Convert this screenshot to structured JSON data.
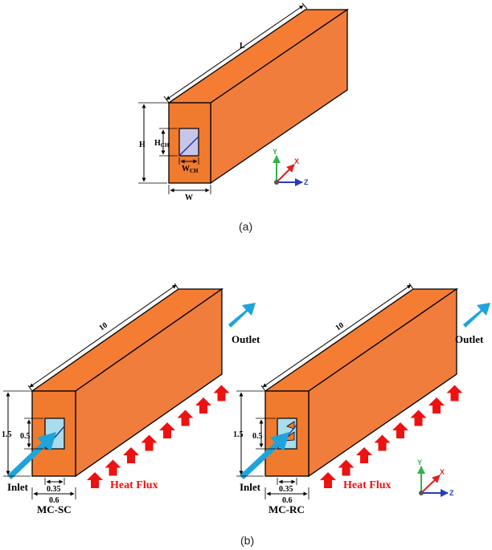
{
  "colors": {
    "block_front": "#F07A2E",
    "block_top": "#F47D33",
    "block_side": "#F07D3C",
    "channel_a": "#C8C5EA",
    "channel_b": "#A9DCEC",
    "arrow_flow": "#1FA3DC",
    "arrow_heat": "#EE1111",
    "axis_y": "#2FB34A",
    "axis_x": "#E02020",
    "axis_z": "#2A3AB8"
  },
  "panel_a": {
    "caption": "(a)",
    "dim_L": "L",
    "dim_H": "H",
    "dim_HCH": "H",
    "dim_HCH_sub": "CH",
    "dim_WCH": "W",
    "dim_WCH_sub": "CH",
    "dim_W": "W"
  },
  "panel_b": {
    "caption": "(b)",
    "left": {
      "dim_length": "10",
      "dim_height": "1.5",
      "dim_channel_h": "0.5",
      "dim_channel_w": "0.35",
      "dim_width": "0.6",
      "inlet": "Inlet",
      "outlet": "Outlet",
      "heat_flux": "Heat Flux",
      "name": "MC-SC",
      "heat_arrows": 8
    },
    "right": {
      "dim_length": "10",
      "dim_height": "1.5",
      "dim_channel_h": "0.5",
      "dim_channel_w": "0.35",
      "dim_width": "0.6",
      "inlet": "Inlet",
      "outlet": "Outlet",
      "heat_flux": "Heat Flux",
      "name": "MC-RC",
      "heat_arrows": 8
    }
  },
  "axes_labels": {
    "y": "Y",
    "x": "X",
    "z": "Z"
  }
}
